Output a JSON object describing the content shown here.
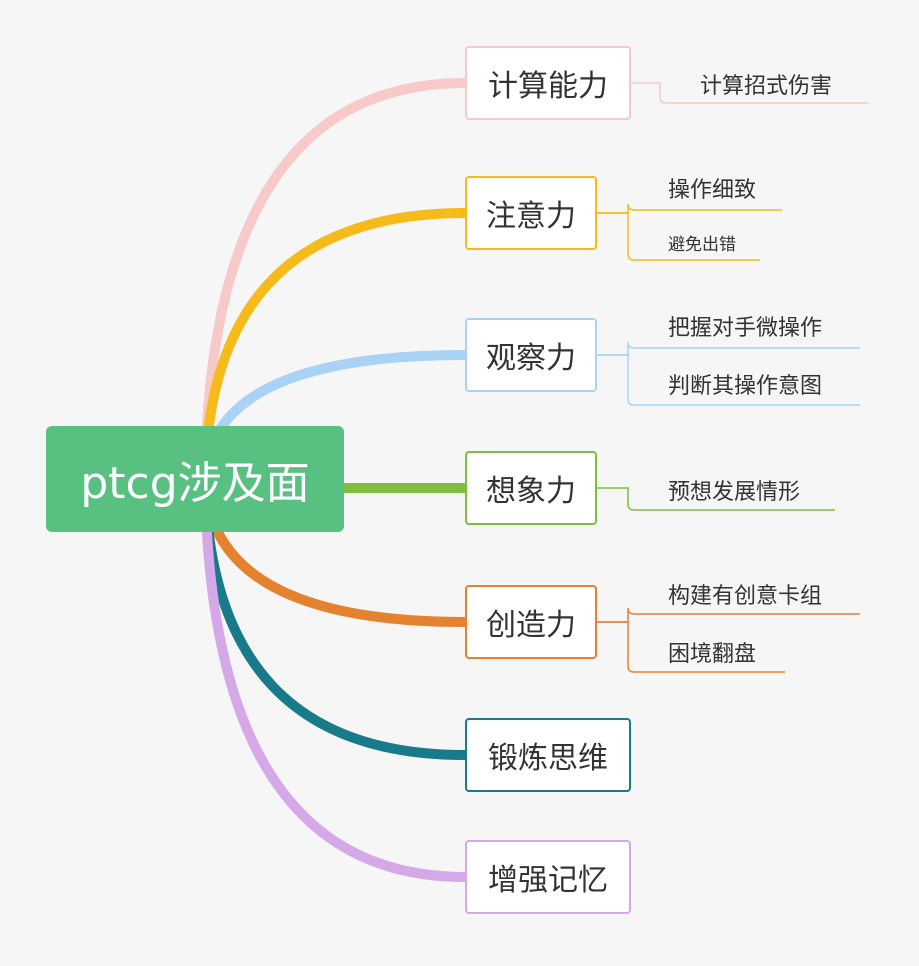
{
  "root": {
    "label": "ptcg涉及面",
    "color": "#58c080"
  },
  "branches": [
    {
      "label": "计算能力",
      "color": "#f7c9c9",
      "leaves": [
        "计算招式伤害"
      ]
    },
    {
      "label": "注意力",
      "color": "#f5bb1b",
      "leaves": [
        "操作细致",
        "避免出错"
      ]
    },
    {
      "label": "观察力",
      "color": "#a9d2f5",
      "leaves": [
        "把握对手微操作",
        "判断其操作意图"
      ]
    },
    {
      "label": "想象力",
      "color": "#7fbd3f",
      "leaves": [
        "预想发展情形"
      ]
    },
    {
      "label": "创造力",
      "color": "#e58230",
      "leaves": [
        "构建有创意卡组",
        "困境翻盘"
      ]
    },
    {
      "label": "锻炼思维",
      "color": "#197a8a",
      "leaves": []
    },
    {
      "label": "增强记忆",
      "color": "#d5a8e8",
      "leaves": []
    }
  ]
}
